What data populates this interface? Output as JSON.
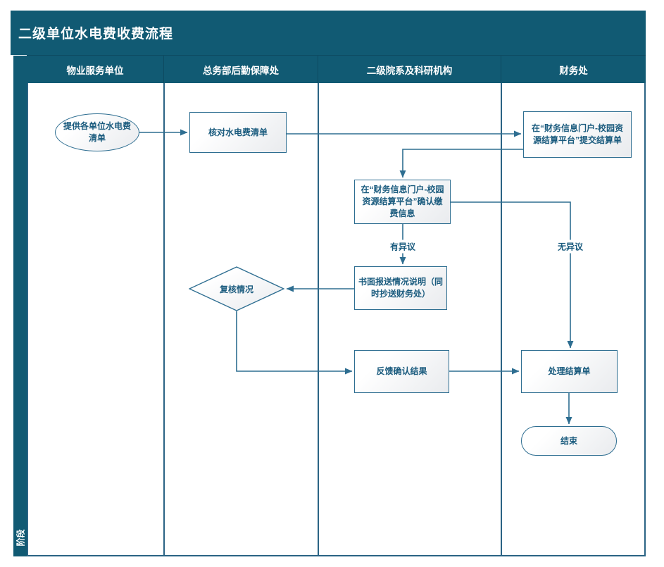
{
  "title": "二级单位水电费收费流程",
  "phase_label": "阶段",
  "lanes": [
    {
      "label": "物业服务单位"
    },
    {
      "label": "总务部后勤保障处"
    },
    {
      "label": "二级院系及科研机构"
    },
    {
      "label": "财务处"
    }
  ],
  "nodes": {
    "start": {
      "shape": "ellipse",
      "label": "提供各单位水电费清单"
    },
    "check_list": {
      "shape": "rect",
      "label": "核对水电费清单"
    },
    "submit_bill": {
      "shape": "rect",
      "label": "在“财务信息门户-校园资源结算平台”提交结算单"
    },
    "confirm_info": {
      "shape": "rect",
      "label": "在“财务信息门户-校园资源结算平台”确认缴费信息"
    },
    "review": {
      "shape": "diamond",
      "label": "复核情况"
    },
    "written_report": {
      "shape": "rect",
      "label": "书面报送情况说明（同时抄送财务处）"
    },
    "feedback_result": {
      "shape": "rect",
      "label": "反馈确认结果"
    },
    "process_bill": {
      "shape": "rect",
      "label": "处理结算单"
    },
    "end": {
      "shape": "terminator",
      "label": "结束"
    }
  },
  "edge_labels": {
    "dispute": "有异议",
    "no_dispute": "无异议"
  },
  "colors": {
    "band": "#115a73",
    "band_separator": "#0d4a61",
    "line": "#2e6e91",
    "lane_border": "#2a6384",
    "node_text": "#1a5b7e",
    "node_fill_end": "#e9ebee"
  }
}
